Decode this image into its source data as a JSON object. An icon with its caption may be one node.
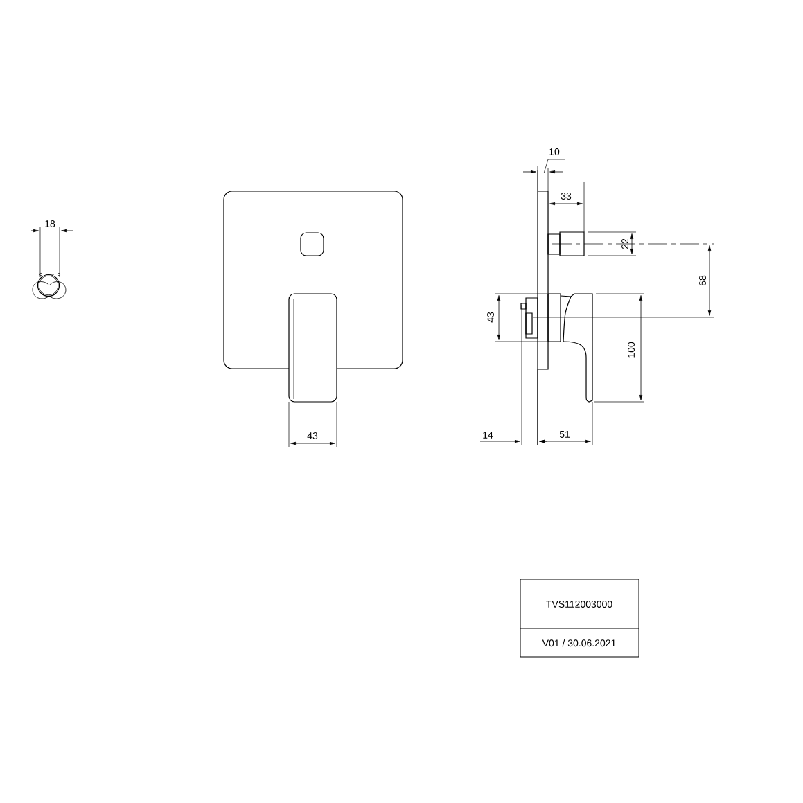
{
  "diagram": {
    "labels": [
      "10",
      "33",
      "18",
      "22",
      "68",
      "43",
      "100",
      "43",
      "14",
      "51",
      "TVS112003000",
      "V01 / 30.06.2021"
    ]
  }
}
